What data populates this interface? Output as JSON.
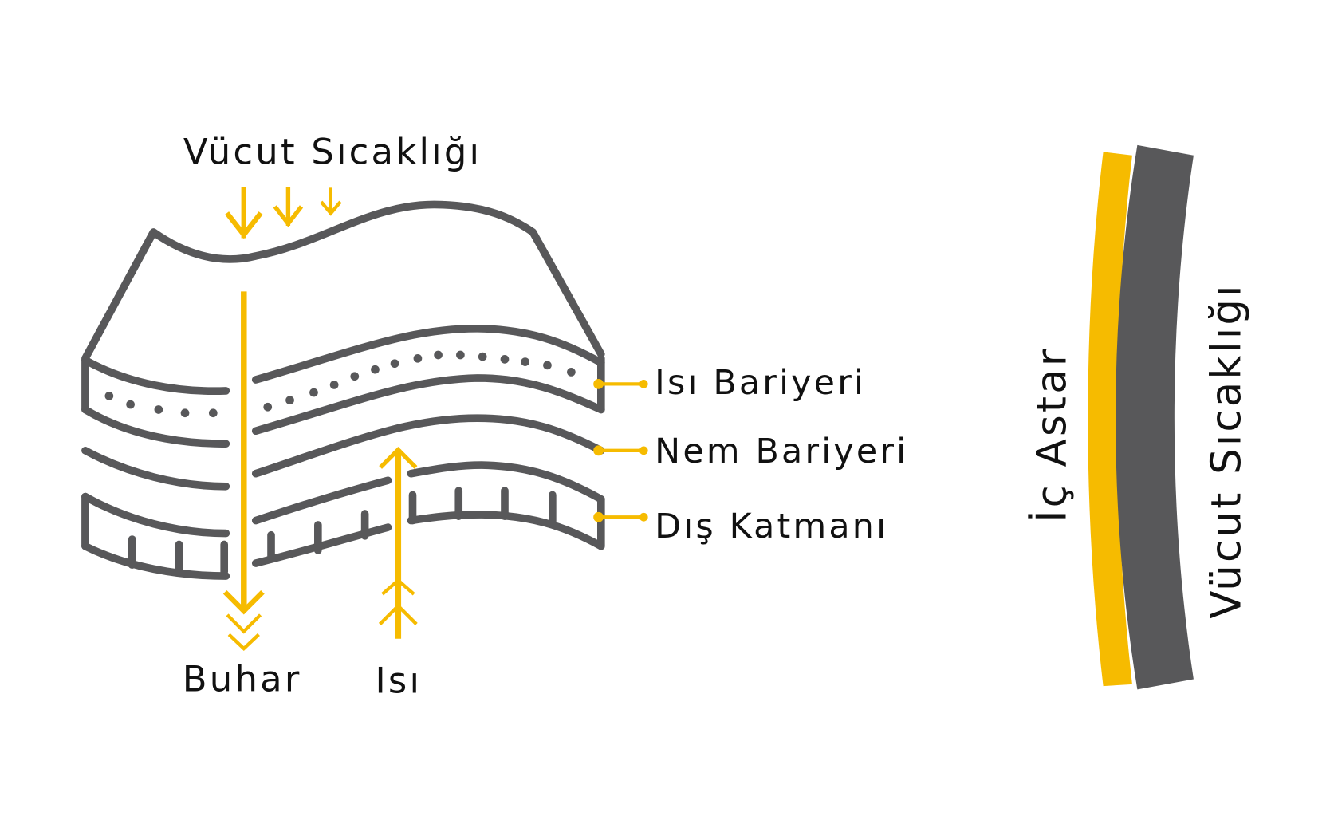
{
  "diagram": {
    "top_label": "Vücut Sıcaklığı",
    "layers": [
      {
        "label": "Isı Bariyeri",
        "pattern": "dots"
      },
      {
        "label": "Nem Bariyeri",
        "pattern": "line"
      },
      {
        "label": "Dış Katmanı",
        "pattern": "ticks"
      }
    ],
    "bottom_labels": {
      "vapor": "Buhar",
      "heat": "Isı"
    },
    "side_panel": {
      "inner_label": "İç Astar",
      "outer_label": "Vücut Sıcaklığı"
    },
    "colors": {
      "accent": "#f6bb00",
      "stroke": "#58585a",
      "text": "#111111",
      "background": "#ffffff"
    }
  }
}
